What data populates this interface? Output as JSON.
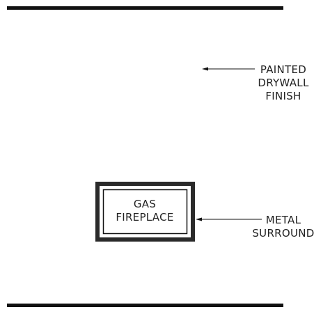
{
  "colors": {
    "background": "#ffffff",
    "line": "#111111",
    "text": "#222222"
  },
  "fireplace": {
    "line1": "GAS",
    "line2": "FIREPLACE"
  },
  "callouts": {
    "finish": {
      "line1": "PAINTED",
      "line2": "DRYWALL",
      "line3": "FINISH"
    },
    "surround": {
      "line1": "METAL",
      "line2": "SURROUND"
    }
  }
}
